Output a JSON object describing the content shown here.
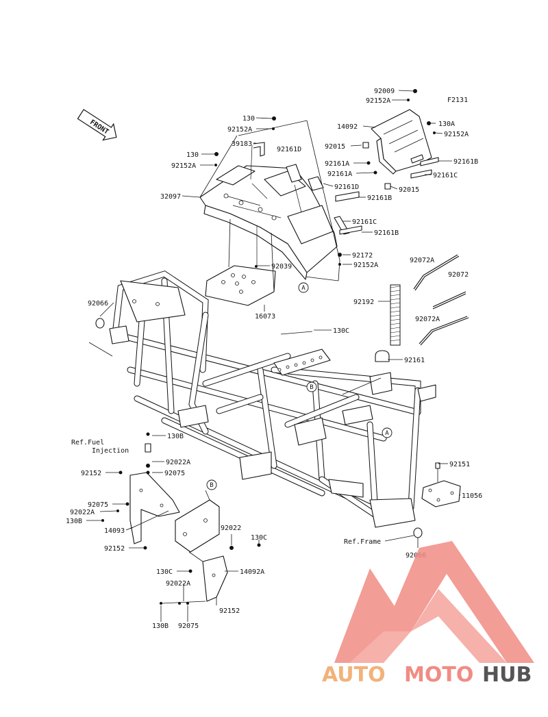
{
  "diagram": {
    "code": "F2131",
    "front_label": "FRONT",
    "refs": {
      "a": "A",
      "b": "B"
    },
    "notes": {
      "fuel_line1": "Ref.Fuel",
      "fuel_line2": "Injection",
      "frame": "Ref.Frame"
    },
    "labels": {
      "p92009": "92009",
      "p92152A_top": "92152A",
      "p2131": "F2131",
      "p130_1": "130",
      "p92152A_1": "92152A",
      "p14092": "14092",
      "p130A": "130A",
      "p92152A_r": "92152A",
      "p39183": "39183",
      "p92161D_1": "92161D",
      "p92015_1": "92015",
      "p130_2": "130",
      "p92152A_2": "92152A",
      "p92161A_1": "92161A",
      "p92161B_1": "92161B",
      "p92161A_2": "92161A",
      "p92161C_1": "92161C",
      "p92161D_2": "92161D",
      "p92015_2": "92015",
      "p32097": "32097",
      "p92161B_2": "92161B",
      "p92161C_2": "92161C",
      "p92161B_3": "92161B",
      "p92172": "92172",
      "p92152A_3": "92152A",
      "p92039": "92039",
      "p92072A_1": "92072A",
      "p92072": "92072",
      "p92066_1": "92066",
      "p92192": "92192",
      "p16073": "16073",
      "p92072A_2": "92072A",
      "p130C_1": "130C",
      "p92161": "92161",
      "p130B_1": "130B",
      "p92022A_1": "92022A",
      "p92075_1": "92075",
      "p92152_1": "92152",
      "p92151": "92151",
      "p11056": "11056",
      "p92075_2": "92075",
      "p92022A_2": "92022A",
      "p130B_2": "130B",
      "p14093": "14093",
      "p92022": "92022",
      "p130C_2": "130C",
      "p92152_2": "92152",
      "p92066_2": "92066",
      "p130C_3": "130C",
      "p14092A": "14092A",
      "p92022A_3": "92022A",
      "p92152_3": "92152",
      "p130B_3": "130B",
      "p92075_3": "92075"
    }
  },
  "watermark": {
    "part1": "AUTO",
    "part2": "MOTO",
    "part3": "HUB",
    "color1": "#f2b27a",
    "color2": "#f08c84",
    "color3": "#555555",
    "logo_color": "#f08c84"
  }
}
